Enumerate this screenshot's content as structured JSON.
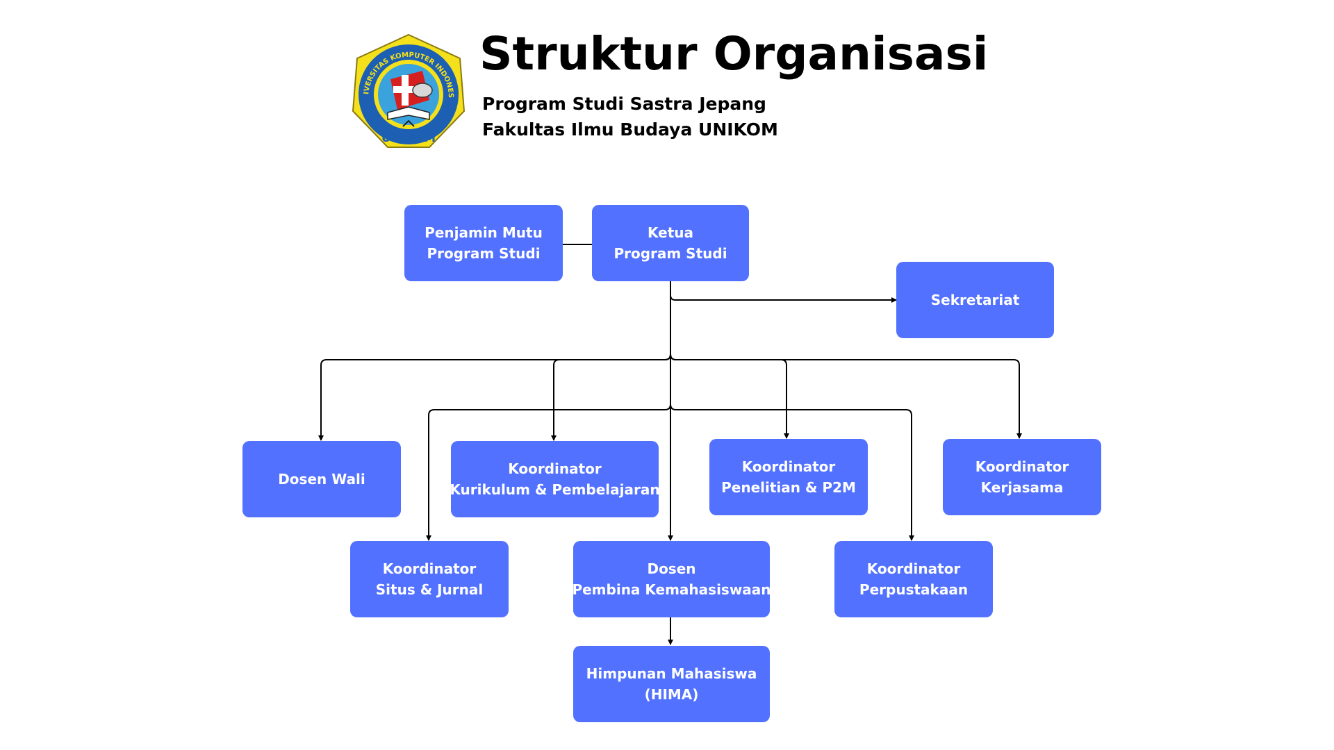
{
  "header": {
    "title": "Struktur Organisasi",
    "subtitle_line1": "Program Studi Sastra Jepang",
    "subtitle_line2": "Fakultas Ilmu Budaya UNIKOM",
    "logo_text_ring": "UNIVERSITAS KOMPUTER INDONESIA",
    "logo_text_bottom": "UNIKOM"
  },
  "colors": {
    "node_fill": "#5271ff",
    "node_text": "#ffffff",
    "connector": "#000000",
    "logo_yellow": "#f5e11b",
    "logo_blue": "#1c5fb3",
    "logo_red": "#d6201f"
  },
  "nodes": {
    "penjamin_mutu": {
      "line1": "Penjamin Mutu",
      "line2": "Program Studi"
    },
    "ketua": {
      "line1": "Ketua",
      "line2": "Program Studi"
    },
    "sekretariat": {
      "line1": "Sekretariat"
    },
    "dosen_wali": {
      "line1": "Dosen Wali"
    },
    "koor_kurikulum": {
      "line1": "Koordinator",
      "line2": "Kurikulum & Pembelajaran"
    },
    "koor_penelitian": {
      "line1": "Koordinator",
      "line2": "Penelitian & P2M"
    },
    "koor_kerjasama": {
      "line1": "Koordinator",
      "line2": "Kerjasama"
    },
    "koor_situs": {
      "line1": "Koordinator",
      "line2": "Situs & Jurnal"
    },
    "dosen_pembina": {
      "line1": "Dosen",
      "line2": "Pembina Kemahasiswaan"
    },
    "koor_perpustakaan": {
      "line1": "Koordinator",
      "line2": "Perpustakaan"
    },
    "hima": {
      "line1": "Himpunan Mahasiswa",
      "line2": "(HIMA)"
    }
  }
}
